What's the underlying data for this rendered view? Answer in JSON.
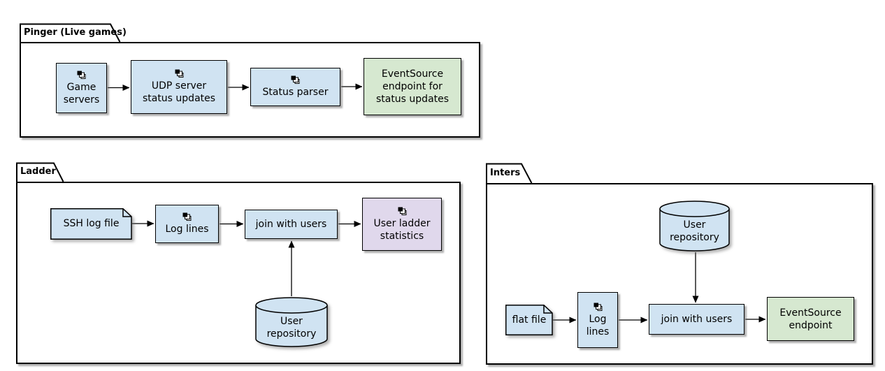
{
  "colors": {
    "node_blue": "#d0e3f2",
    "node_green": "#d6e8d0",
    "node_purple": "#e0d8ec",
    "border": "#000000",
    "background": "#ffffff"
  },
  "pinger": {
    "label": "Pinger (Live games)",
    "nodes": {
      "game_servers": {
        "type": "component",
        "label": "Game\nservers"
      },
      "udp_updates": {
        "type": "component",
        "label": "UDP server\nstatus updates"
      },
      "status_parser": {
        "type": "component",
        "label": "Status parser"
      },
      "es_endpoint": {
        "type": "rectangle",
        "label": "EventSource\nendpoint for\nstatus updates"
      }
    },
    "edges": [
      {
        "from": "Game servers",
        "to": "UDP server status updates"
      },
      {
        "from": "UDP server status updates",
        "to": "Status parser"
      },
      {
        "from": "Status parser",
        "to": "EventSource endpoint for status updates"
      }
    ]
  },
  "ladder": {
    "label": "Ladder",
    "nodes": {
      "ssh_log_file": {
        "type": "note",
        "label": "SSH log file"
      },
      "log_lines": {
        "type": "component",
        "label": "Log lines"
      },
      "join": {
        "type": "rectangle",
        "label": "join with users"
      },
      "ladder_stats": {
        "type": "component",
        "label": "User ladder\nstatistics"
      },
      "user_repo": {
        "type": "database",
        "label": "User\nrepository"
      }
    },
    "edges": [
      {
        "from": "SSH log file",
        "to": "Log lines"
      },
      {
        "from": "Log lines",
        "to": "join with users"
      },
      {
        "from": "join with users",
        "to": "User ladder statistics"
      },
      {
        "from": "User repository",
        "to": "join with users"
      }
    ]
  },
  "inters": {
    "label": "Inters",
    "nodes": {
      "user_repo": {
        "type": "database",
        "label": "User\nrepository"
      },
      "flat_file": {
        "type": "note",
        "label": "flat file"
      },
      "log_lines": {
        "type": "component",
        "label": "Log\nlines"
      },
      "join": {
        "type": "rectangle",
        "label": "join with users"
      },
      "es_endpoint": {
        "type": "rectangle",
        "label": "EventSource\nendpoint"
      }
    },
    "edges": [
      {
        "from": "flat file",
        "to": "Log lines"
      },
      {
        "from": "Log lines",
        "to": "join with users"
      },
      {
        "from": "join with users",
        "to": "EventSource endpoint"
      },
      {
        "from": "User repository",
        "to": "join with users"
      }
    ]
  }
}
